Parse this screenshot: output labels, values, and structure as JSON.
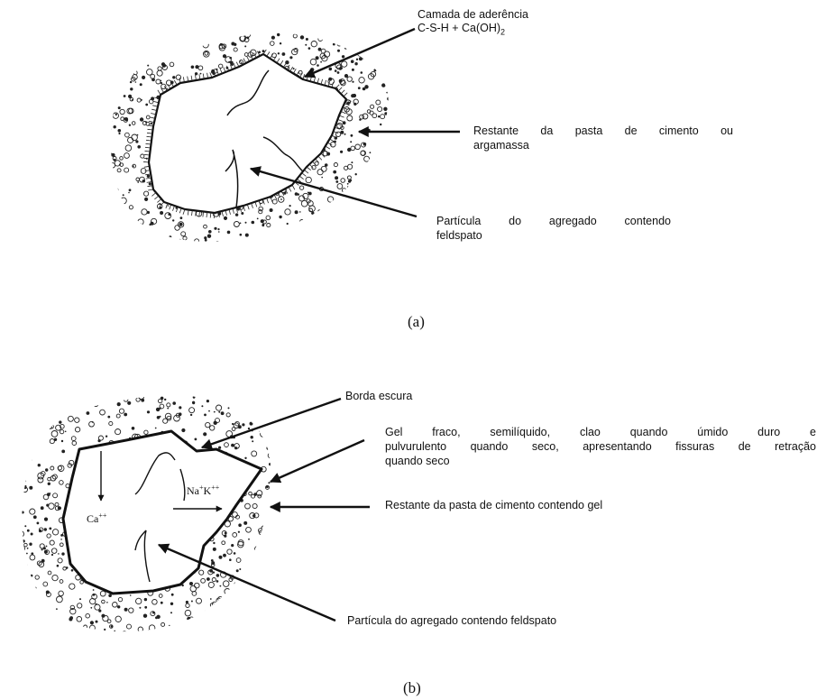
{
  "panel_a": {
    "caption": "(a)",
    "labels": {
      "bond_layer_line1": "Camada de aderência",
      "bond_layer_line2_main": "C-S-H + Ca(OH)",
      "bond_layer_line2_sub": "2",
      "rest_paste_line1": "Restante da pasta de cimento ou",
      "rest_paste_line2": "argamassa",
      "aggregate_line1": "Partícula do agregado contendo",
      "aggregate_line2": "feldspato"
    }
  },
  "panel_b": {
    "caption": "(b)",
    "labels": {
      "dark_edge": "Borda escura",
      "gel_line1": "Gel fraco, semilíquido, clao quando úmido duro e",
      "gel_line2": "pulvurulento quando seco, apresentando fissuras de retração",
      "gel_line3": "quando seco",
      "rest_paste_gel": "Restante da pasta de cimento contendo gel",
      "aggregate": "Partícula do agregado contendo feldspato"
    },
    "ions": {
      "calcium_base": "Ca",
      "calcium_sup": "++",
      "alkali_na": "Na",
      "alkali_na_sup": "+",
      "alkali_k": "K",
      "alkali_k_sup": "++"
    }
  }
}
